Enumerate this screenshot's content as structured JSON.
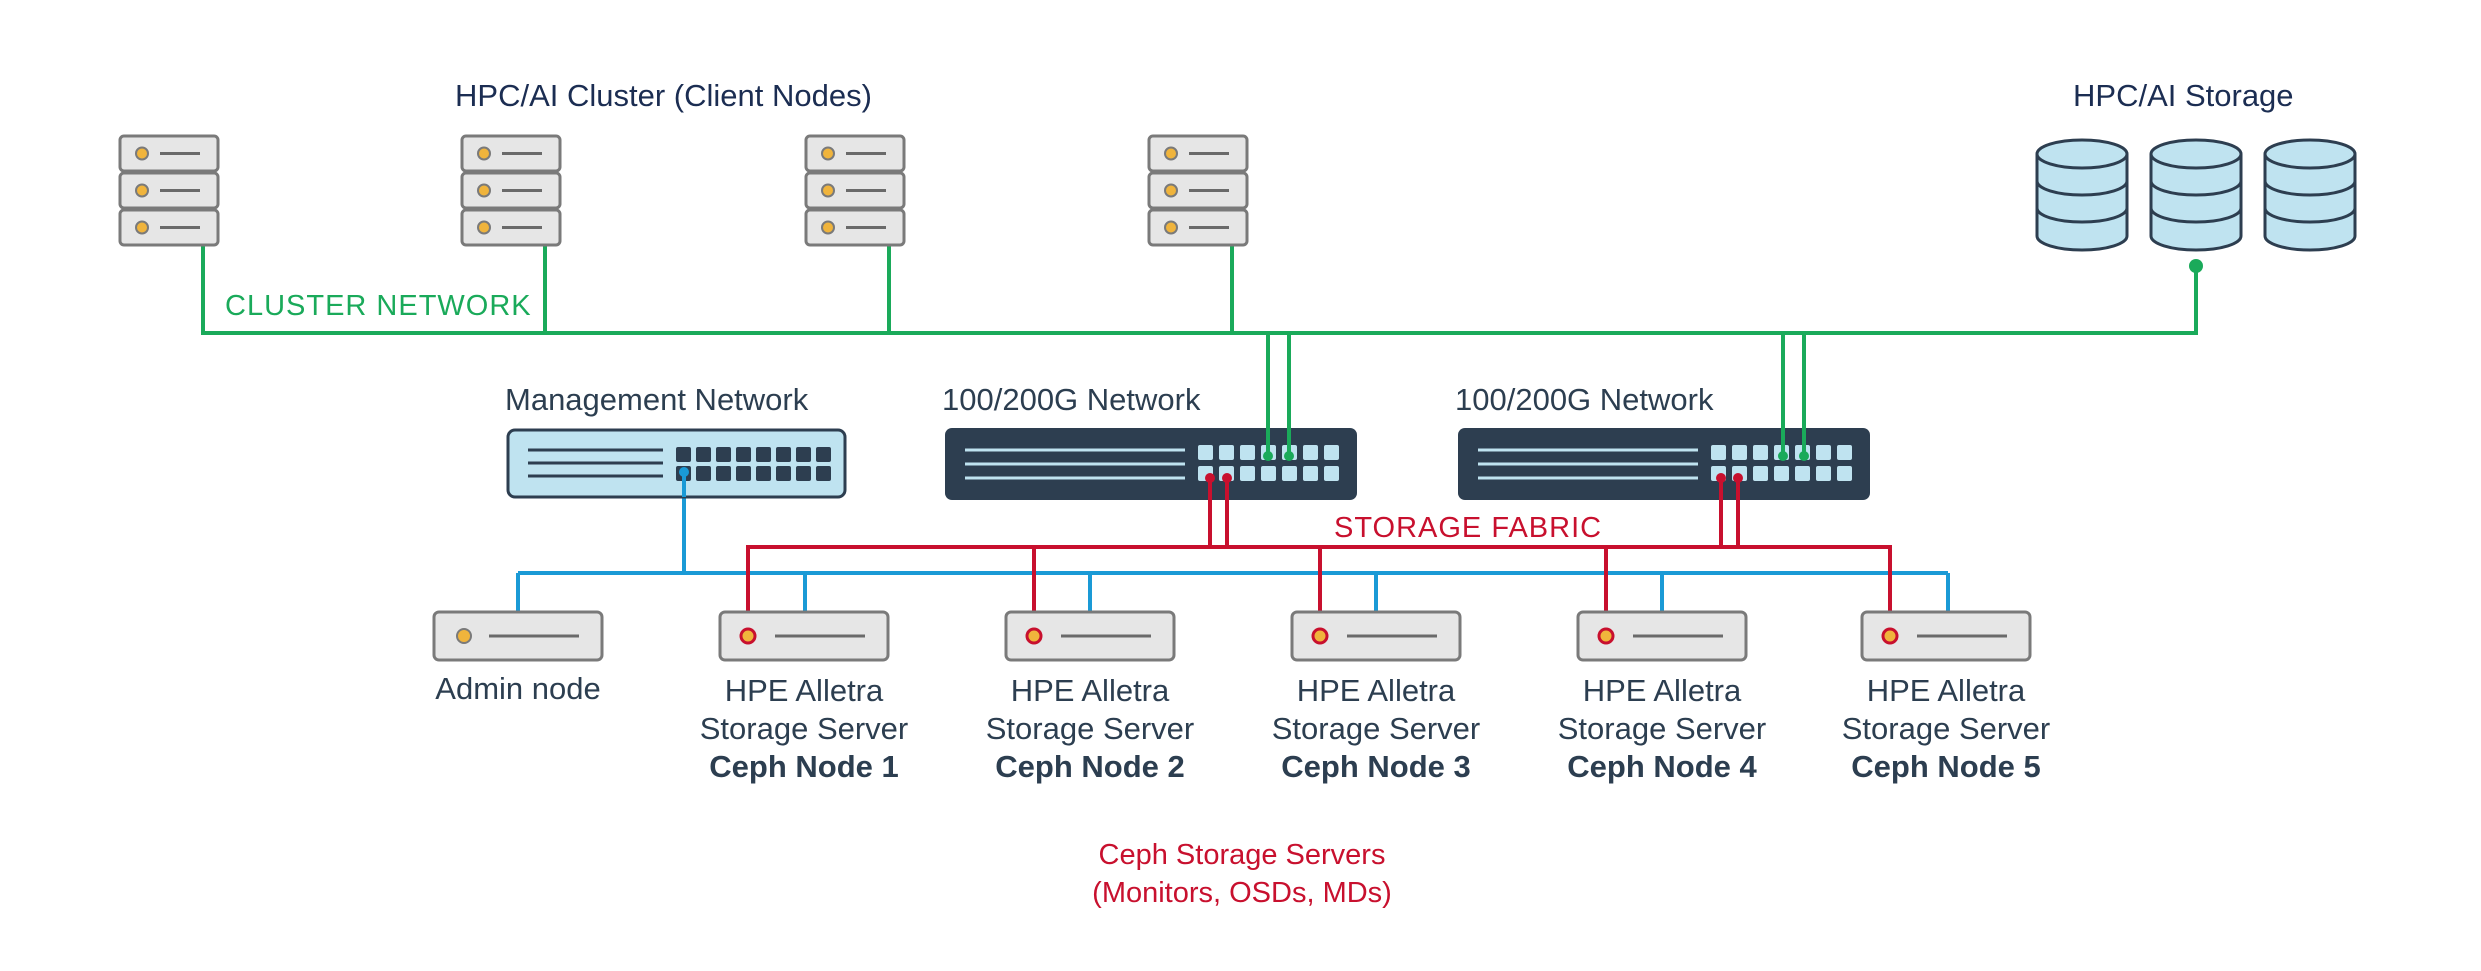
{
  "cluster": {
    "title": "HPC/AI Cluster (Client Nodes)",
    "network_label": "CLUSTER NETWORK",
    "node_count": 4
  },
  "storage": {
    "title": "HPC/AI Storage",
    "disk_count": 3
  },
  "switches": {
    "management": {
      "label": "Management Network"
    },
    "fabric_a": {
      "label": "100/200G Network"
    },
    "fabric_b": {
      "label": "100/200G Network"
    }
  },
  "fabric_label": "STORAGE FABRIC",
  "admin_node": {
    "label": "Admin node"
  },
  "ceph_nodes": [
    {
      "line1": "HPE Alletra",
      "line2": "Storage Server",
      "name": "Ceph Node 1"
    },
    {
      "line1": "HPE Alletra",
      "line2": "Storage Server",
      "name": "Ceph Node 2"
    },
    {
      "line1": "HPE Alletra",
      "line2": "Storage Server",
      "name": "Ceph Node 3"
    },
    {
      "line1": "HPE Alletra",
      "line2": "Storage Server",
      "name": "Ceph Node 4"
    },
    {
      "line1": "HPE Alletra",
      "line2": "Storage Server",
      "name": "Ceph Node 5"
    }
  ],
  "footer": {
    "line1": "Ceph Storage Servers",
    "line2": "(Monitors, OSDs, MDs)"
  },
  "colors": {
    "cluster_network": "#1aaa5a",
    "storage_fabric": "#c8102e",
    "management_network": "#1a9ad6",
    "server_fill": "#e6e6e6",
    "server_stroke": "#7a7a7a",
    "storage_fill": "#bfe3f0",
    "switch_dark": "#2d3e50",
    "switch_light": "#bfe3f0"
  }
}
